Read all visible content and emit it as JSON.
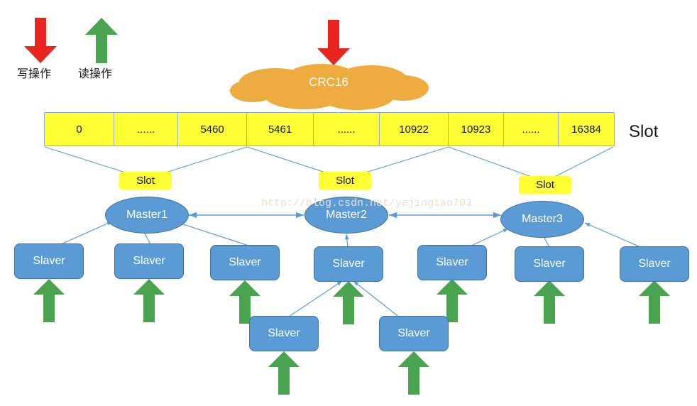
{
  "legend": {
    "write": {
      "label": "写操作",
      "icon": "arrow-down-icon",
      "color": "#e8251f"
    },
    "read": {
      "label": "读操作",
      "icon": "arrow-up-icon",
      "color": "#4aa34e"
    }
  },
  "cloud": {
    "label": "CRC16",
    "icon": "cloud-icon",
    "color": "#eeab3f",
    "inbound_arrow": {
      "icon": "arrow-down-icon",
      "color": "#e8251f"
    }
  },
  "slot_table": {
    "side_label": "Slot",
    "cells": [
      "0",
      "......",
      "5460",
      "5461",
      "......",
      "10922",
      "10923",
      "......",
      "16384"
    ],
    "cell_color": "#ffff33",
    "border_color": "#8faadc"
  },
  "slot_badges": [
    {
      "label": "Slot"
    },
    {
      "label": "Slot"
    },
    {
      "label": "Slot"
    }
  ],
  "masters": [
    {
      "label": "Master1"
    },
    {
      "label": "Master2"
    },
    {
      "label": "Master3"
    }
  ],
  "slavers_row1": [
    {
      "label": "Slaver"
    },
    {
      "label": "Slaver"
    },
    {
      "label": "Slaver"
    },
    {
      "label": "Slaver"
    },
    {
      "label": "Slaver"
    },
    {
      "label": "Slaver"
    },
    {
      "label": "Slaver"
    }
  ],
  "slavers_row2": [
    {
      "label": "Slaver"
    },
    {
      "label": "Slaver"
    }
  ],
  "watermark": {
    "text": "http://blog.csdn.net/yejingtao703"
  },
  "colors": {
    "node_blue": "#5b9bd5",
    "node_blue_border": "#41719c",
    "connector_blue": "#5b9bd5",
    "slot_yellow": "#ffff33",
    "cloud_orange": "#eeab3f",
    "read_green": "#4aa34e",
    "write_red": "#e8251f"
  }
}
